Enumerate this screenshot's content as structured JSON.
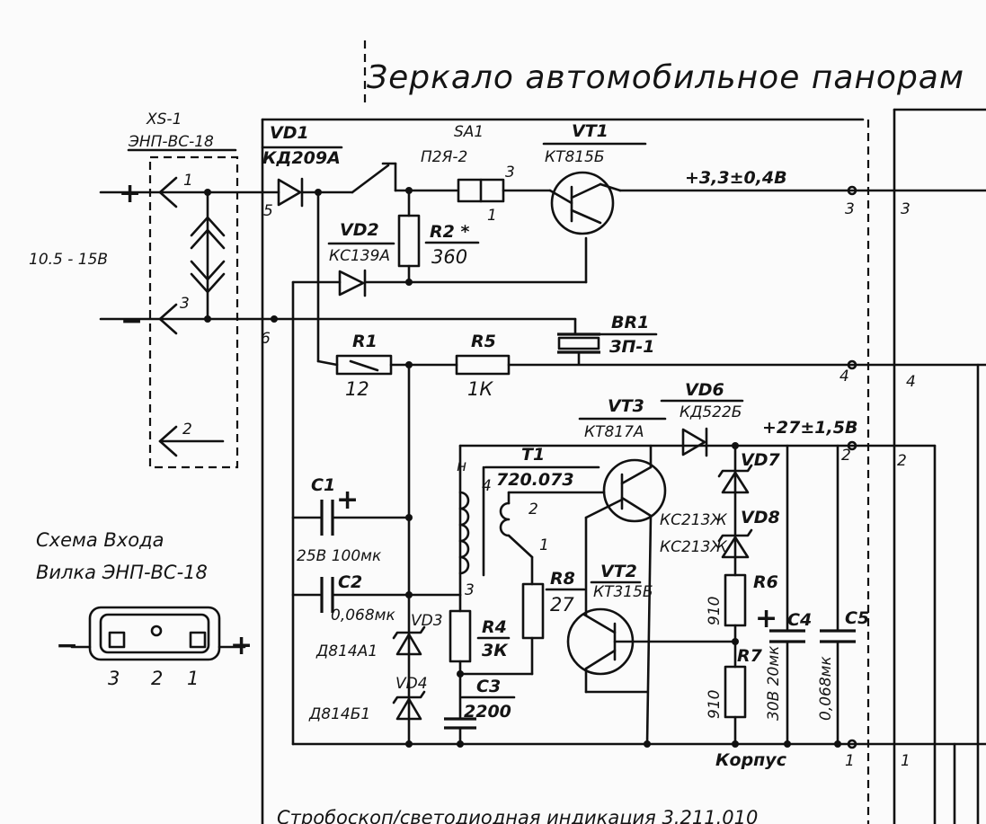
{
  "title": "Зеркало автомобильное панорам",
  "footer": "Стробоскоп/светодиодная индикация 3.211.010",
  "connector": {
    "ref": "XS-1",
    "type": "ЭНП-ВС-18",
    "voltage": "10.5 - 15В",
    "pin1": "1",
    "pin2": "2",
    "pin3": "3",
    "pin_plus": "+",
    "pin_minus": "−"
  },
  "node_labels": {
    "n5": "5",
    "n6": "6"
  },
  "vd1": {
    "ref": "VD1",
    "part": "КД209А"
  },
  "sa1": {
    "ref": "SA1",
    "part": "П2Я-2",
    "pin3": "3",
    "pin1": "1"
  },
  "vd2": {
    "ref": "VD2",
    "part": "КС139А"
  },
  "r2": {
    "ref": "R2 *",
    "value": "360"
  },
  "vt1": {
    "ref": "VT1",
    "part": "КТ815Б"
  },
  "out3": {
    "label": "+3,3±0,4В",
    "pin": "3",
    "pin_b": "3"
  },
  "r1": {
    "ref": "R1",
    "value": "12"
  },
  "r5": {
    "ref": "R5",
    "value": "1К"
  },
  "br1": {
    "ref": "BR1",
    "part": "ЗП-1"
  },
  "out4": {
    "pin": "4",
    "pin_b": "4"
  },
  "vt3": {
    "ref": "VT3",
    "part": "КТ817А"
  },
  "vd6": {
    "ref": "VD6",
    "part": "КД522Б"
  },
  "out2": {
    "label": "+27±1,5В",
    "pin": "2",
    "pin_b": "2"
  },
  "t1": {
    "ref": "T1",
    "part": "720.073",
    "n1": "1",
    "n2": "2",
    "n3": "3",
    "n4": "4",
    "nH": "н"
  },
  "vd7": {
    "ref": "VD7",
    "part": "КС213Ж"
  },
  "vd8": {
    "ref": "VD8",
    "part": "КС213Ж"
  },
  "c1": {
    "ref": "C1",
    "value": "25В 100мк"
  },
  "c2": {
    "ref": "C2",
    "value": "0,068мк"
  },
  "r8": {
    "ref": "R8",
    "value": "27"
  },
  "vt2": {
    "ref": "VT2",
    "part": "КТ315Б"
  },
  "r6": {
    "ref": "R6",
    "value": "910"
  },
  "c4": {
    "ref": "C4",
    "value": "30В 20мк"
  },
  "c5": {
    "ref": "C5",
    "value": "0,068мк"
  },
  "vd3": {
    "ref": "VD3",
    "part": "Д814А1"
  },
  "r4": {
    "ref": "R4",
    "value": "3К"
  },
  "r7": {
    "ref": "R7",
    "value": "910"
  },
  "vd4": {
    "ref": "VD4",
    "part": "Д814Б1"
  },
  "c3": {
    "ref": "C3",
    "value": "2200"
  },
  "ground": {
    "label": "Корпус",
    "pin": "1",
    "pin_b": "1"
  },
  "inset": {
    "title1": "Схема Входа",
    "title2": "Вилка ЭНП-ВС-18",
    "minus": "−",
    "plus": "+",
    "p3": "3",
    "p2": "2",
    "p1": "1"
  }
}
